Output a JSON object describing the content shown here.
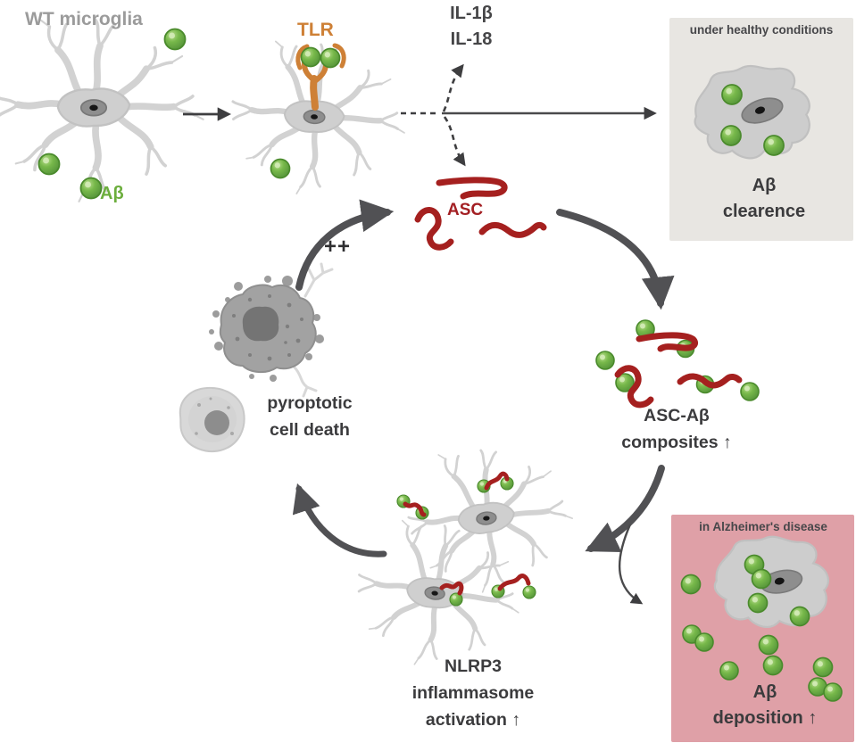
{
  "figure": {
    "wt_label": "WT microglia",
    "abeta_label": "Aβ",
    "tlr_label": "TLR",
    "cytokines": {
      "line1": "IL-1β",
      "line2": "IL-18"
    },
    "asc_label": "ASC",
    "plus_plus": "++",
    "pyroptotic": {
      "line1": "pyroptotic",
      "line2": "cell death"
    },
    "composites": {
      "line1": "ASC-Aβ",
      "line2": "composites ↑"
    },
    "nlrp3": {
      "line1": "NLRP3",
      "line2": "inflammasome",
      "line3": "activation ↑"
    },
    "healthy_box": {
      "title": "under healthy conditions",
      "caption1": "Aβ",
      "caption2": "clearence"
    },
    "disease_box": {
      "title": "in Alzheimer's disease",
      "caption1": "Aβ",
      "caption2": "deposition ↑"
    },
    "colors": {
      "abeta_green": "#6fae45",
      "abeta_green_dark": "#4a8a2c",
      "tlr_orange": "#ce8036",
      "asc_red": "#a5201f",
      "gray_label": "#9b9b9b",
      "dark_text": "#3b3b3d",
      "arrow_gray": "#515154",
      "healthy_box_bg": "#e8e6e2",
      "disease_box_bg": "#dfa0a7",
      "cell_gray": "#d2d2d2"
    }
  }
}
